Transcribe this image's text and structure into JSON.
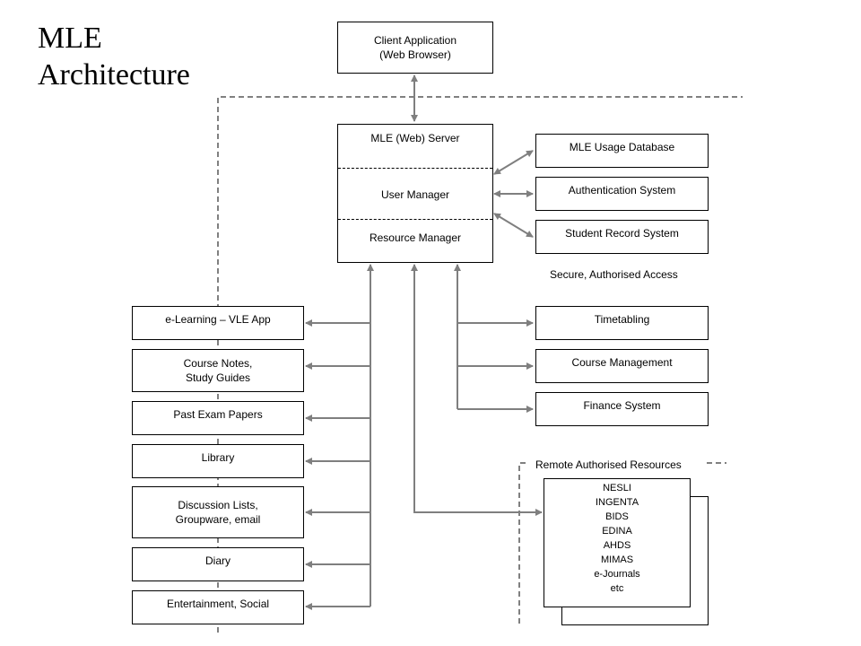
{
  "title": [
    "MLE",
    "Architecture"
  ],
  "client_app": [
    "Client Application",
    "(Web Browser)"
  ],
  "server": {
    "sections": [
      "MLE (Web) Server",
      "User Manager",
      "Resource Manager"
    ]
  },
  "secure_systems": [
    "MLE Usage Database",
    "Authentication System",
    "Student Record System"
  ],
  "secure_label": "Secure, Authorised Access",
  "admin_systems": [
    "Timetabling",
    "Course Management",
    "Finance System"
  ],
  "resources_left": [
    [
      "e-Learning – VLE App"
    ],
    [
      "Course Notes,",
      "Study Guides"
    ],
    [
      "Past Exam Papers"
    ],
    [
      "Library"
    ],
    [
      "Discussion Lists,",
      "Groupware, email"
    ],
    [
      "Diary"
    ],
    [
      "Entertainment, Social"
    ]
  ],
  "remote_label": "Remote Authorised Resources",
  "remote_resources": [
    "NESLI",
    "INGENTA",
    "BIDS",
    "EDINA",
    "AHDS",
    "MIMAS",
    "e-Journals",
    "etc"
  ],
  "colors": {
    "connector": "#7f7f7f",
    "border": "#000000",
    "background": "#ffffff"
  }
}
